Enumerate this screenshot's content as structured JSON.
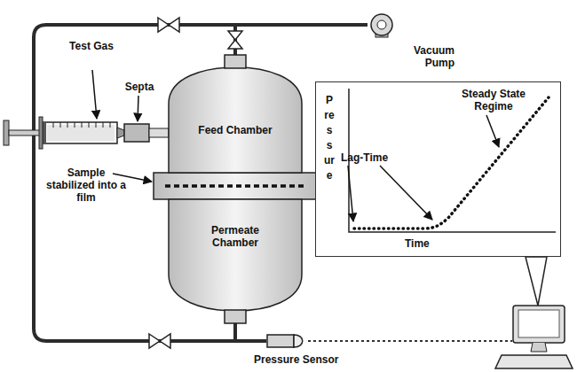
{
  "diagram": {
    "nodes": [
      {
        "text": [
          "Vacuum Pump"
        ]
      },
      {
        "text": [
          "Feed Chamber"
        ]
      },
      {
        "text": [
          "Permeate Chamber"
        ]
      },
      {
        "text": [
          "Pressure Sensor"
        ]
      },
      {
        "text": [
          "Pressure",
          "Time",
          "Lag-Time",
          "Steady State Regime"
        ]
      }
    ],
    "edges": [
      {
        "from": 0,
        "to": 1,
        "arrow": "none"
      },
      {
        "from": 0,
        "to": 3,
        "arrow": "none"
      },
      {
        "from": 2,
        "to": 3,
        "arrow": "none"
      }
    ],
    "labels": [
      "Test Gas",
      "Septa",
      "Sample stabilized into a film"
    ]
  }
}
